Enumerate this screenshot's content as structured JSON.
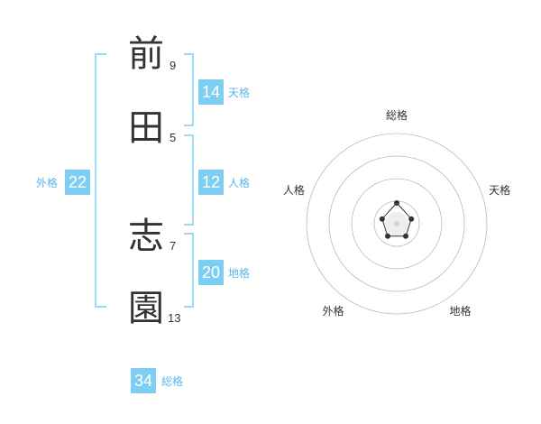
{
  "name": {
    "chars": [
      {
        "char": "前",
        "strokes": "9"
      },
      {
        "char": "田",
        "strokes": "5"
      },
      {
        "char": "志",
        "strokes": "7"
      },
      {
        "char": "園",
        "strokes": "13"
      }
    ]
  },
  "kaku": {
    "tenkaku": {
      "value": "14",
      "label": "天格"
    },
    "jinkaku": {
      "value": "12",
      "label": "人格"
    },
    "chikaku": {
      "value": "20",
      "label": "地格"
    },
    "gaikaku": {
      "value": "22",
      "label": "外格"
    },
    "soukaku": {
      "value": "34",
      "label": "総格"
    }
  },
  "colors": {
    "accent": "#7ecef4",
    "bracket": "#7ecef4",
    "label": "#5bb6e8",
    "text": "#333333"
  },
  "chart_data": {
    "type": "radar",
    "axes": [
      "総格",
      "天格",
      "地格",
      "外格",
      "人格"
    ],
    "values": [
      0.23,
      0.17,
      0.17,
      0.17,
      0.17
    ],
    "range": [
      0,
      1
    ],
    "rings": 4,
    "grid": true
  }
}
